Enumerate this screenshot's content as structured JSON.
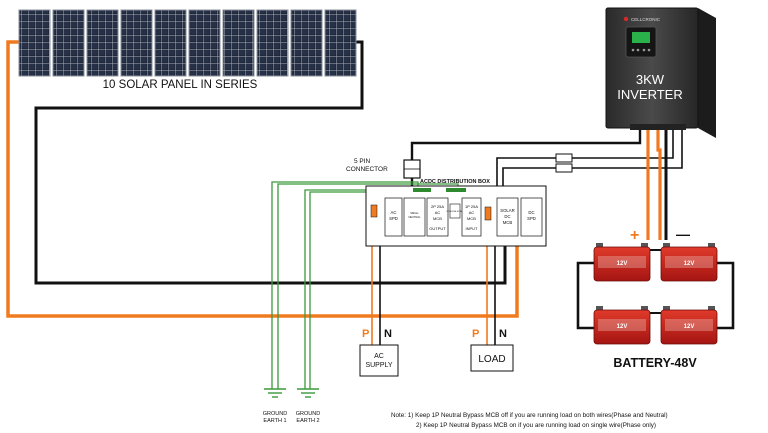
{
  "panels": {
    "label": "10 SOLAR PANEL IN SERIES"
  },
  "inverter": {
    "brand": "CELLCRONIC",
    "rating": "3KW",
    "name": "INVERTER"
  },
  "connector": {
    "line1": "5 PIN",
    "line2": "CONNECTOR"
  },
  "distribution_box": {
    "title": "ACDC DISTRIBUTION BOX",
    "modules": [
      {
        "l1": "AC",
        "l2": "SPD",
        "l3": ""
      },
      {
        "l1": "SMALL",
        "l2": "NEUTRAL",
        "l3": ""
      },
      {
        "l1": "2P 25A",
        "l2": "AC",
        "l3": "MCB"
      },
      {
        "l1": "OUTPUT",
        "l2": "",
        "l3": ""
      },
      {
        "l1": "1P 25A",
        "l2": "AC",
        "l3": "MCB"
      },
      {
        "l1": "INPUT",
        "l2": "",
        "l3": ""
      },
      {
        "l1": "SOLAR",
        "l2": "DC",
        "l3": "MCB"
      },
      {
        "l1": "DC",
        "l2": "SPD",
        "l3": ""
      }
    ],
    "neutral_text": "1P NEUTRAL BYPASS"
  },
  "ac_supply": {
    "line1": "AC",
    "line2": "SUPPLY",
    "p_label": "P",
    "n_label": "N"
  },
  "load": {
    "label": "LOAD",
    "p_label": "P",
    "n_label": "N"
  },
  "battery": {
    "label": "BATTERY-48V",
    "plus": "+",
    "minus": "—",
    "unit_text": "12V"
  },
  "grounds": [
    {
      "line1": "GROUND",
      "line2": "EARTH 1"
    },
    {
      "line1": "GROUND",
      "line2": "EARTH 2"
    }
  ],
  "notes": {
    "line1": "Note: 1) Keep 1P Neutral Bypass MCB off if you are running load on both wires(Phase and Neutral)",
    "line2": "2) Keep 1P Neutral Bypass MCB on if you are running load on single wire(Phase only)"
  },
  "colors": {
    "orange": "#f07a1f",
    "black_wire": "#111111",
    "green_wire": "#3a9a3a",
    "battery_red": "#c8201e",
    "inverter_body": "#3a3a3a",
    "panel_cell": "#1a2233"
  }
}
